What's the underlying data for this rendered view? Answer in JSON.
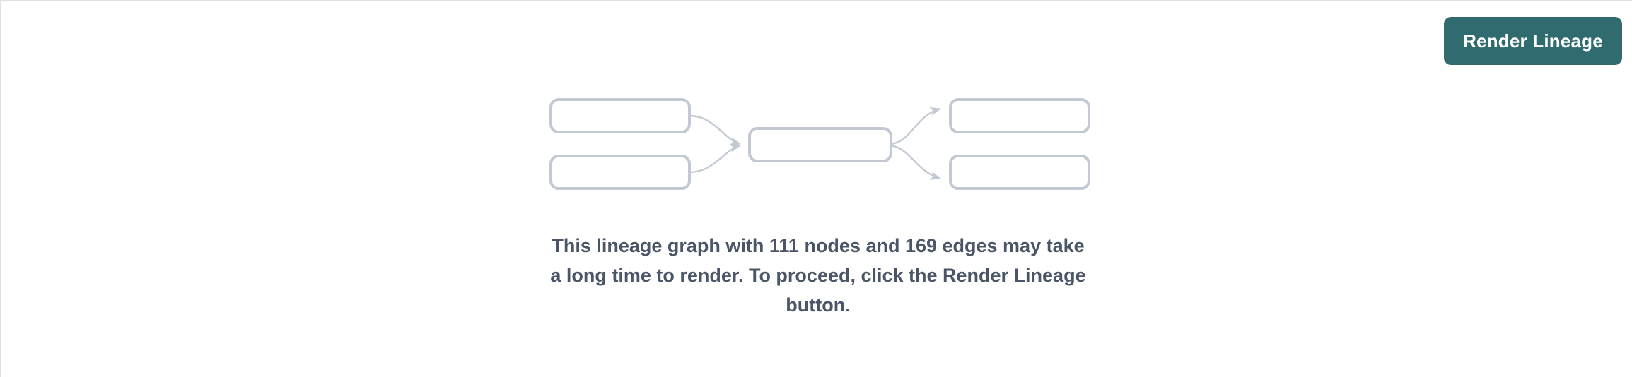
{
  "page": {
    "background_color": "#ffffff",
    "border_color": "#dfe0e4"
  },
  "toolbar": {
    "render_button_label": "Render Lineage",
    "render_button_color": "#306b70",
    "render_button_text_color": "#ffffff"
  },
  "placeholder_graph": {
    "node_border_color": "#c3c9d3",
    "edge_color": "#c3c9d3",
    "nodes": [
      {
        "id": "left-top",
        "label": ""
      },
      {
        "id": "left-bottom",
        "label": ""
      },
      {
        "id": "center",
        "label": ""
      },
      {
        "id": "right-top",
        "label": ""
      },
      {
        "id": "right-bottom",
        "label": ""
      }
    ],
    "edges": [
      {
        "from": "left-top",
        "to": "center"
      },
      {
        "from": "left-bottom",
        "to": "center"
      },
      {
        "from": "center",
        "to": "right-top"
      },
      {
        "from": "center",
        "to": "right-bottom"
      }
    ]
  },
  "message": {
    "text": "This lineage graph with 111 nodes and 169 edges may take a long time to render. To proceed, click the Render Lineage button.",
    "node_count": "111",
    "edge_count": "169",
    "text_color": "#4a5568"
  }
}
